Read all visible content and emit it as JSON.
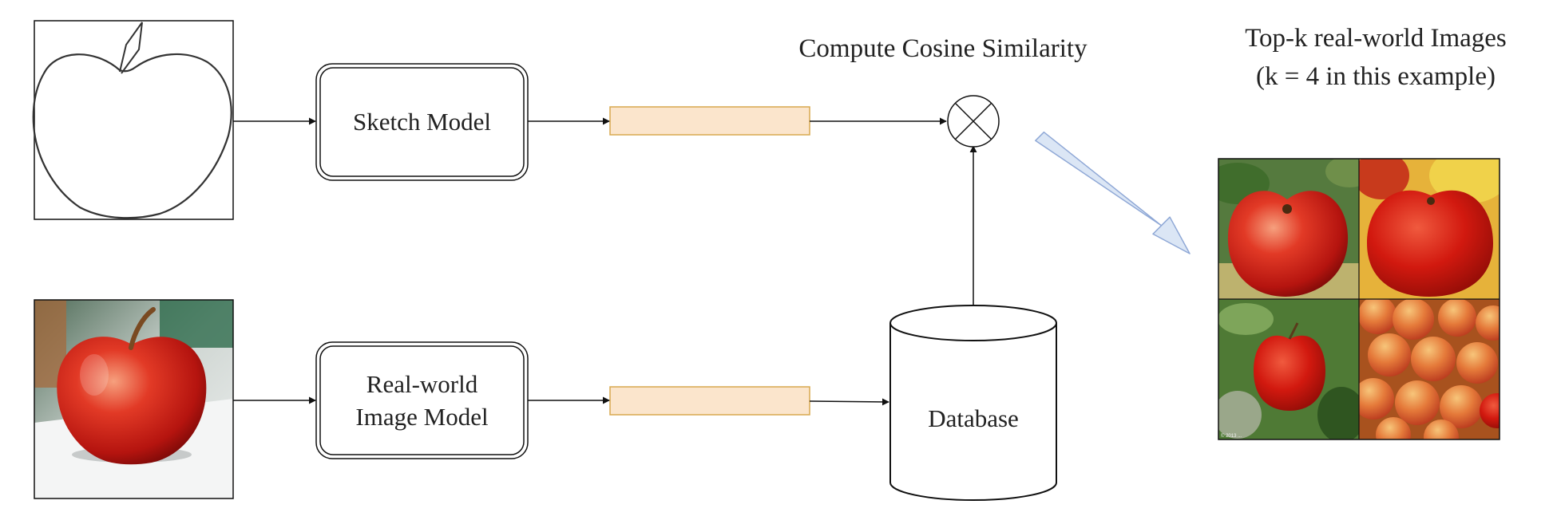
{
  "diagram": {
    "sketch_model_label": "Sketch Model",
    "realworld_model_line1": "Real-world",
    "realworld_model_line2": "Image Model",
    "database_label": "Database",
    "similarity_label": "Compute Cosine Similarity",
    "topk_line1": "Top-k real-world Images",
    "topk_line2": "(k = 4 in this example)",
    "copyright_tiny": "© 2013 ..."
  },
  "colors": {
    "embedding_fill": "#fbe5cc",
    "embedding_stroke": "#d8a84e",
    "result_arrow_fill": "#dbe6f5",
    "result_arrow_stroke": "#8fa8d6",
    "apple_red": "#cf1f1d",
    "leaf_green": "#3e6b2a"
  },
  "icons": {
    "combine": "circled-x-icon",
    "storage": "cylinder-database-icon"
  }
}
